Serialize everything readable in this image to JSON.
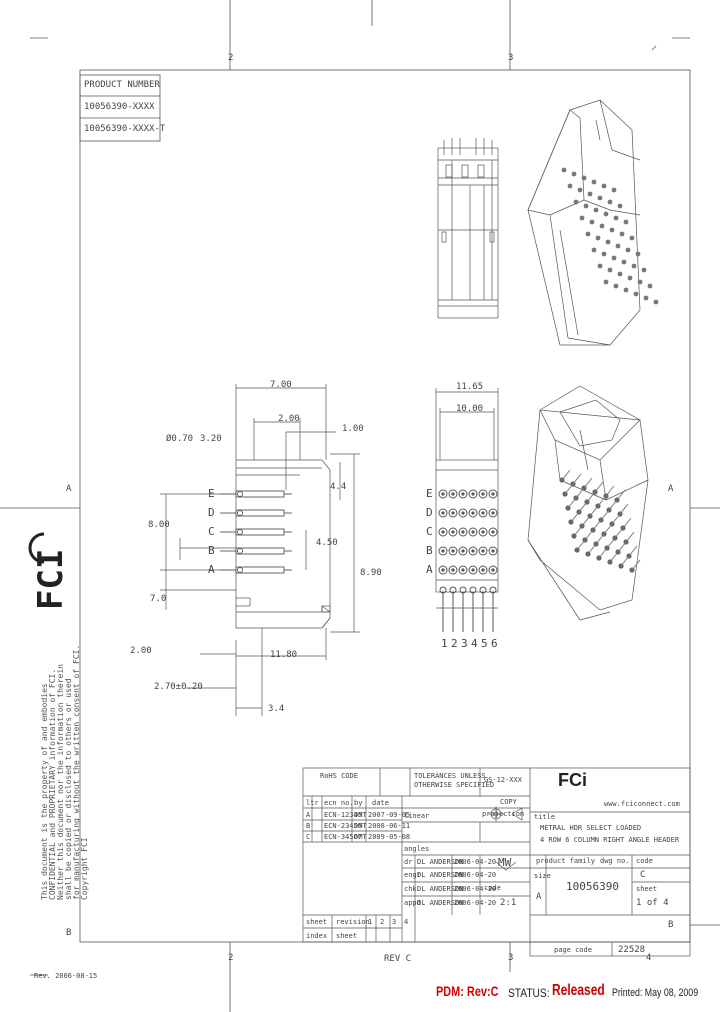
{
  "zones": {
    "top_2": "2",
    "top_3": "3",
    "bottom_2": "2",
    "bottom_3": "3",
    "bottom_4": "4",
    "left_A": "A",
    "left_B": "B",
    "right_A": "A",
    "right_B": "B"
  },
  "product_table": {
    "header": "PRODUCT NUMBER",
    "rows": [
      "10056390-XXXX",
      "10056390-XXXX-T"
    ]
  },
  "dimensions": {
    "d_7_00": "7.00",
    "d_2_00": "2.00",
    "d_1_00": "1.00",
    "d_3_20": "3.20",
    "d_0_70": "Ø0.70",
    "d_8_00": "8.00",
    "d_4_50": "4.50",
    "d_8_90": "8.90",
    "d_4_4": "4.4",
    "d_7_0": "7.0",
    "d_2_00_b": "2.00",
    "d_11_80": "11.80",
    "d_2_70": "2.70±0.20",
    "d_3_4": "3.4",
    "d_11_65": "11.65",
    "d_10_00": "10.00"
  },
  "row_labels": [
    "E",
    "D",
    "C",
    "B",
    "A"
  ],
  "col_labels": [
    "1",
    "2",
    "3",
    "4",
    "5",
    "6"
  ],
  "title_block": {
    "rohs": "RoHS CODE",
    "tolerances": "TOLERANCES UNLESS\nOTHERWISE SPECIFIED",
    "drawing_code": "GS-12-XXX",
    "copy": "COPY",
    "projection": "projection",
    "title_label": "title",
    "title_line1": "METRAL HDR SELECT LOADED",
    "title_line2": "4 ROW 6 COLUMN RIGHT ANGLE HEADER",
    "rev_header": [
      "ltr",
      "ecn no.",
      "by",
      "date"
    ],
    "rev_rows": [
      [
        "A",
        "ECN-12345",
        "DMT",
        "2007-09-05"
      ],
      [
        "B",
        "ECN-23456",
        "DMT",
        "2008-06-11"
      ],
      [
        "C",
        "ECN-34567",
        "DMT",
        "2009-05-08"
      ]
    ],
    "linear": "linear",
    "angles": "angles",
    "dr": "dr",
    "engr": "engr",
    "chk": "chk",
    "appd": "appd",
    "names": [
      "DL ANDERSON",
      "DL ANDERSON",
      "DL ANDERSON",
      "DL ANDERSON"
    ],
    "dates": [
      "2006-04-20",
      "2006-04-20",
      "2006-04-20",
      "2006-04-20"
    ],
    "product_family": "product family",
    "mw": "MW",
    "size": "size",
    "size_val": "A",
    "dwg_no": "dwg no.",
    "dwg_val": "10056390",
    "code": "code",
    "sheet": "sheet",
    "sheet_val": "1 of 4",
    "scale": "2:1",
    "rev_code": "C",
    "website": "www.fciconnect.com",
    "page_code": "page code",
    "page_val": "22528",
    "bottom_sheet": "sheet",
    "bottom_revision": "revision",
    "bottom_index": "index",
    "bottom_sheet2": "sheet",
    "bottom_vals": [
      "1",
      "2",
      "3",
      "4"
    ]
  },
  "rev_letter": "REV C",
  "logo": "FCI",
  "logo_small": "FCi",
  "copyright": [
    "This document is the property of and embodies",
    "CONFIDENTIAL and PROPRIETARY information of FCI.",
    "Neither this document nor the information therein",
    "shall be copied or disclosed to others or used",
    "for manufacturing without the written consent of FCI.",
    "Copyright FCI"
  ],
  "rev_corner": "Rev. 2006-08-15",
  "footer": {
    "pdm": "PDM: Rev:C",
    "status_label": "STATUS:",
    "status_value": "Released",
    "printed": "Printed: May 08, 2009"
  },
  "colors": {
    "line": "#555555",
    "red": "#d40000"
  }
}
